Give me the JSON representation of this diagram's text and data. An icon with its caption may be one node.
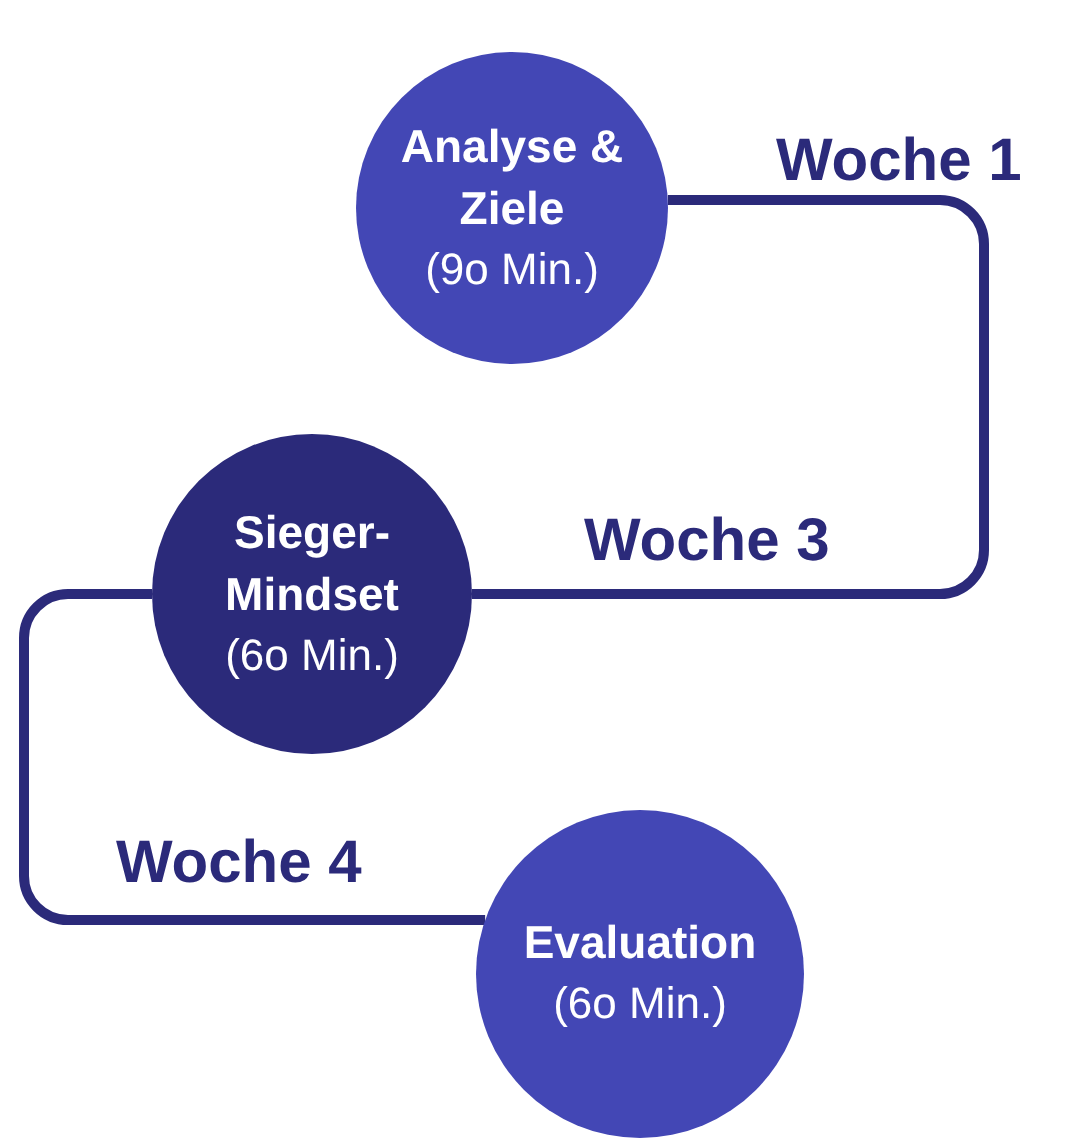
{
  "diagram": {
    "nodes": [
      {
        "text": [
          "Analyse & Ziele",
          "(9o Min.)"
        ],
        "beside": [
          "Woche 1"
        ]
      },
      {
        "text": [
          "Sieger-Mindset",
          "(6o Min.)"
        ],
        "beside": [
          "Woche 3"
        ]
      },
      {
        "text": [
          "Evaluation",
          "(6o Min.)"
        ],
        "beside": [
          "Woche 4"
        ]
      }
    ],
    "edges": [
      {
        "from": 0,
        "to": 1,
        "arrow": "none"
      },
      {
        "from": 1,
        "to": 2,
        "arrow": "none"
      }
    ]
  }
}
